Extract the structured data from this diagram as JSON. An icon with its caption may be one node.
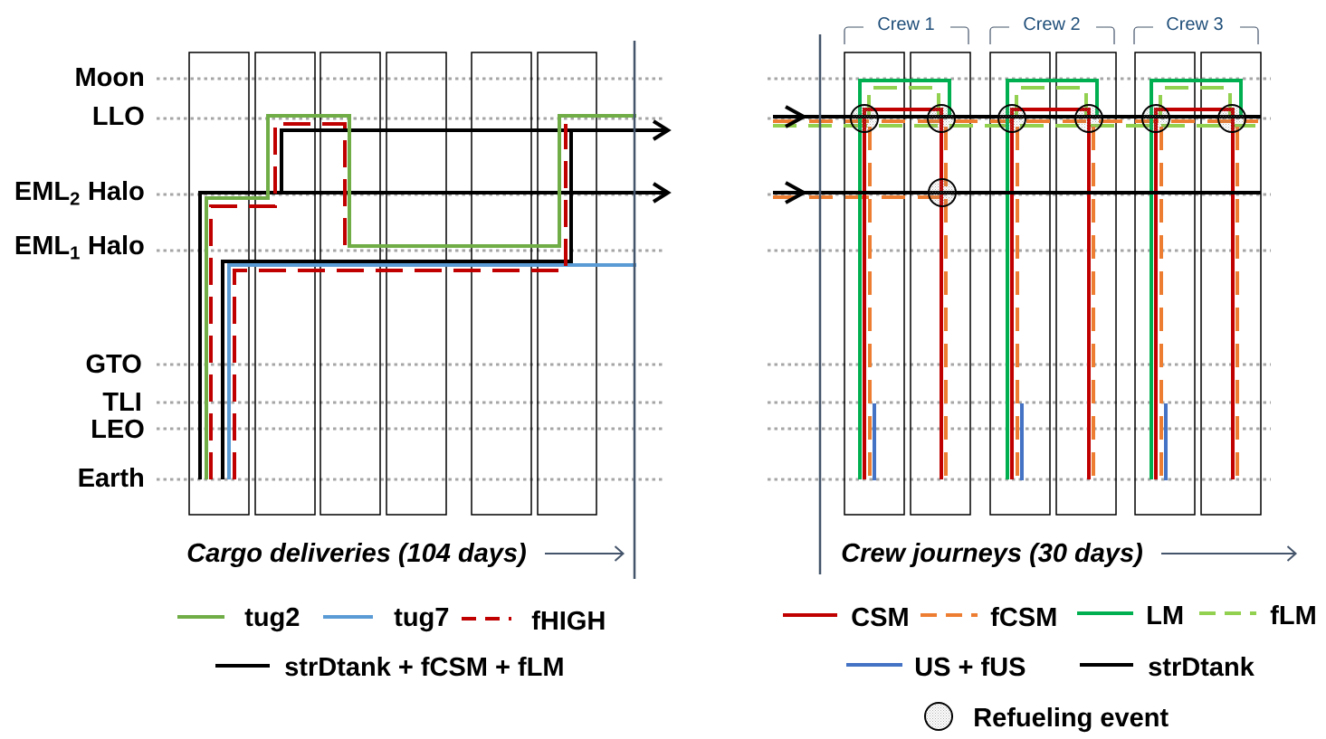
{
  "diagram": {
    "labels": [
      "Moon",
      "LLO",
      "EML$_{2}$ Halo",
      "EML$_{1}$ Halo",
      "GTO",
      "TLI",
      "LEO",
      "Earth",
      "Cargo deliveries (104 days)",
      "Crew 1",
      "Crew 2",
      "Crew 3",
      "Crew journeys (30 days)"
    ],
    "legend": [
      {
        "text": "tug2"
      },
      {
        "text": "tug7"
      },
      {
        "text": "fHIGH"
      },
      {
        "text": "strDtank + fCSM + fLM"
      },
      {
        "text": "CSM"
      },
      {
        "text": "fCSM"
      },
      {
        "text": "LM"
      },
      {
        "text": "fLM"
      },
      {
        "text": "US + fUS"
      },
      {
        "text": "strDtank"
      },
      {
        "text": "Refueling event"
      }
    ]
  }
}
